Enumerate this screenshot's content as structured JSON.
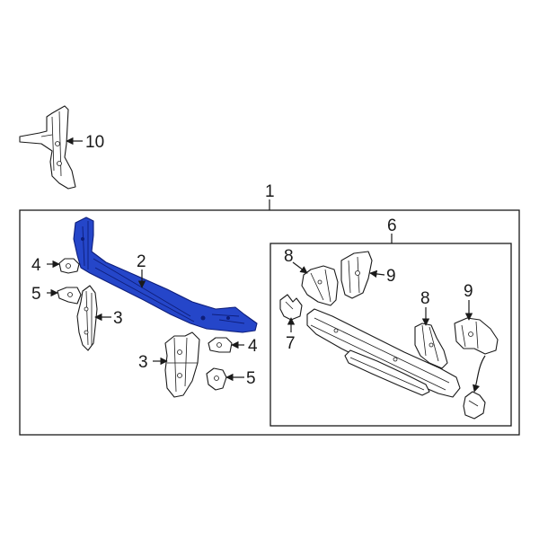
{
  "colors": {
    "background": "#ffffff",
    "line": "#1a1a1a",
    "highlight": "#2546c9",
    "highlight_outline": "#0e1e7a"
  },
  "callouts": {
    "c1": "1",
    "c2": "2",
    "c3a": "3",
    "c3b": "3",
    "c4a": "4",
    "c4b": "4",
    "c5a": "5",
    "c5b": "5",
    "c6": "6",
    "c7": "7",
    "c8a": "8",
    "c8b": "8",
    "c9a": "9",
    "c9b": "9",
    "c10": "10"
  },
  "highlighted_part": "2"
}
